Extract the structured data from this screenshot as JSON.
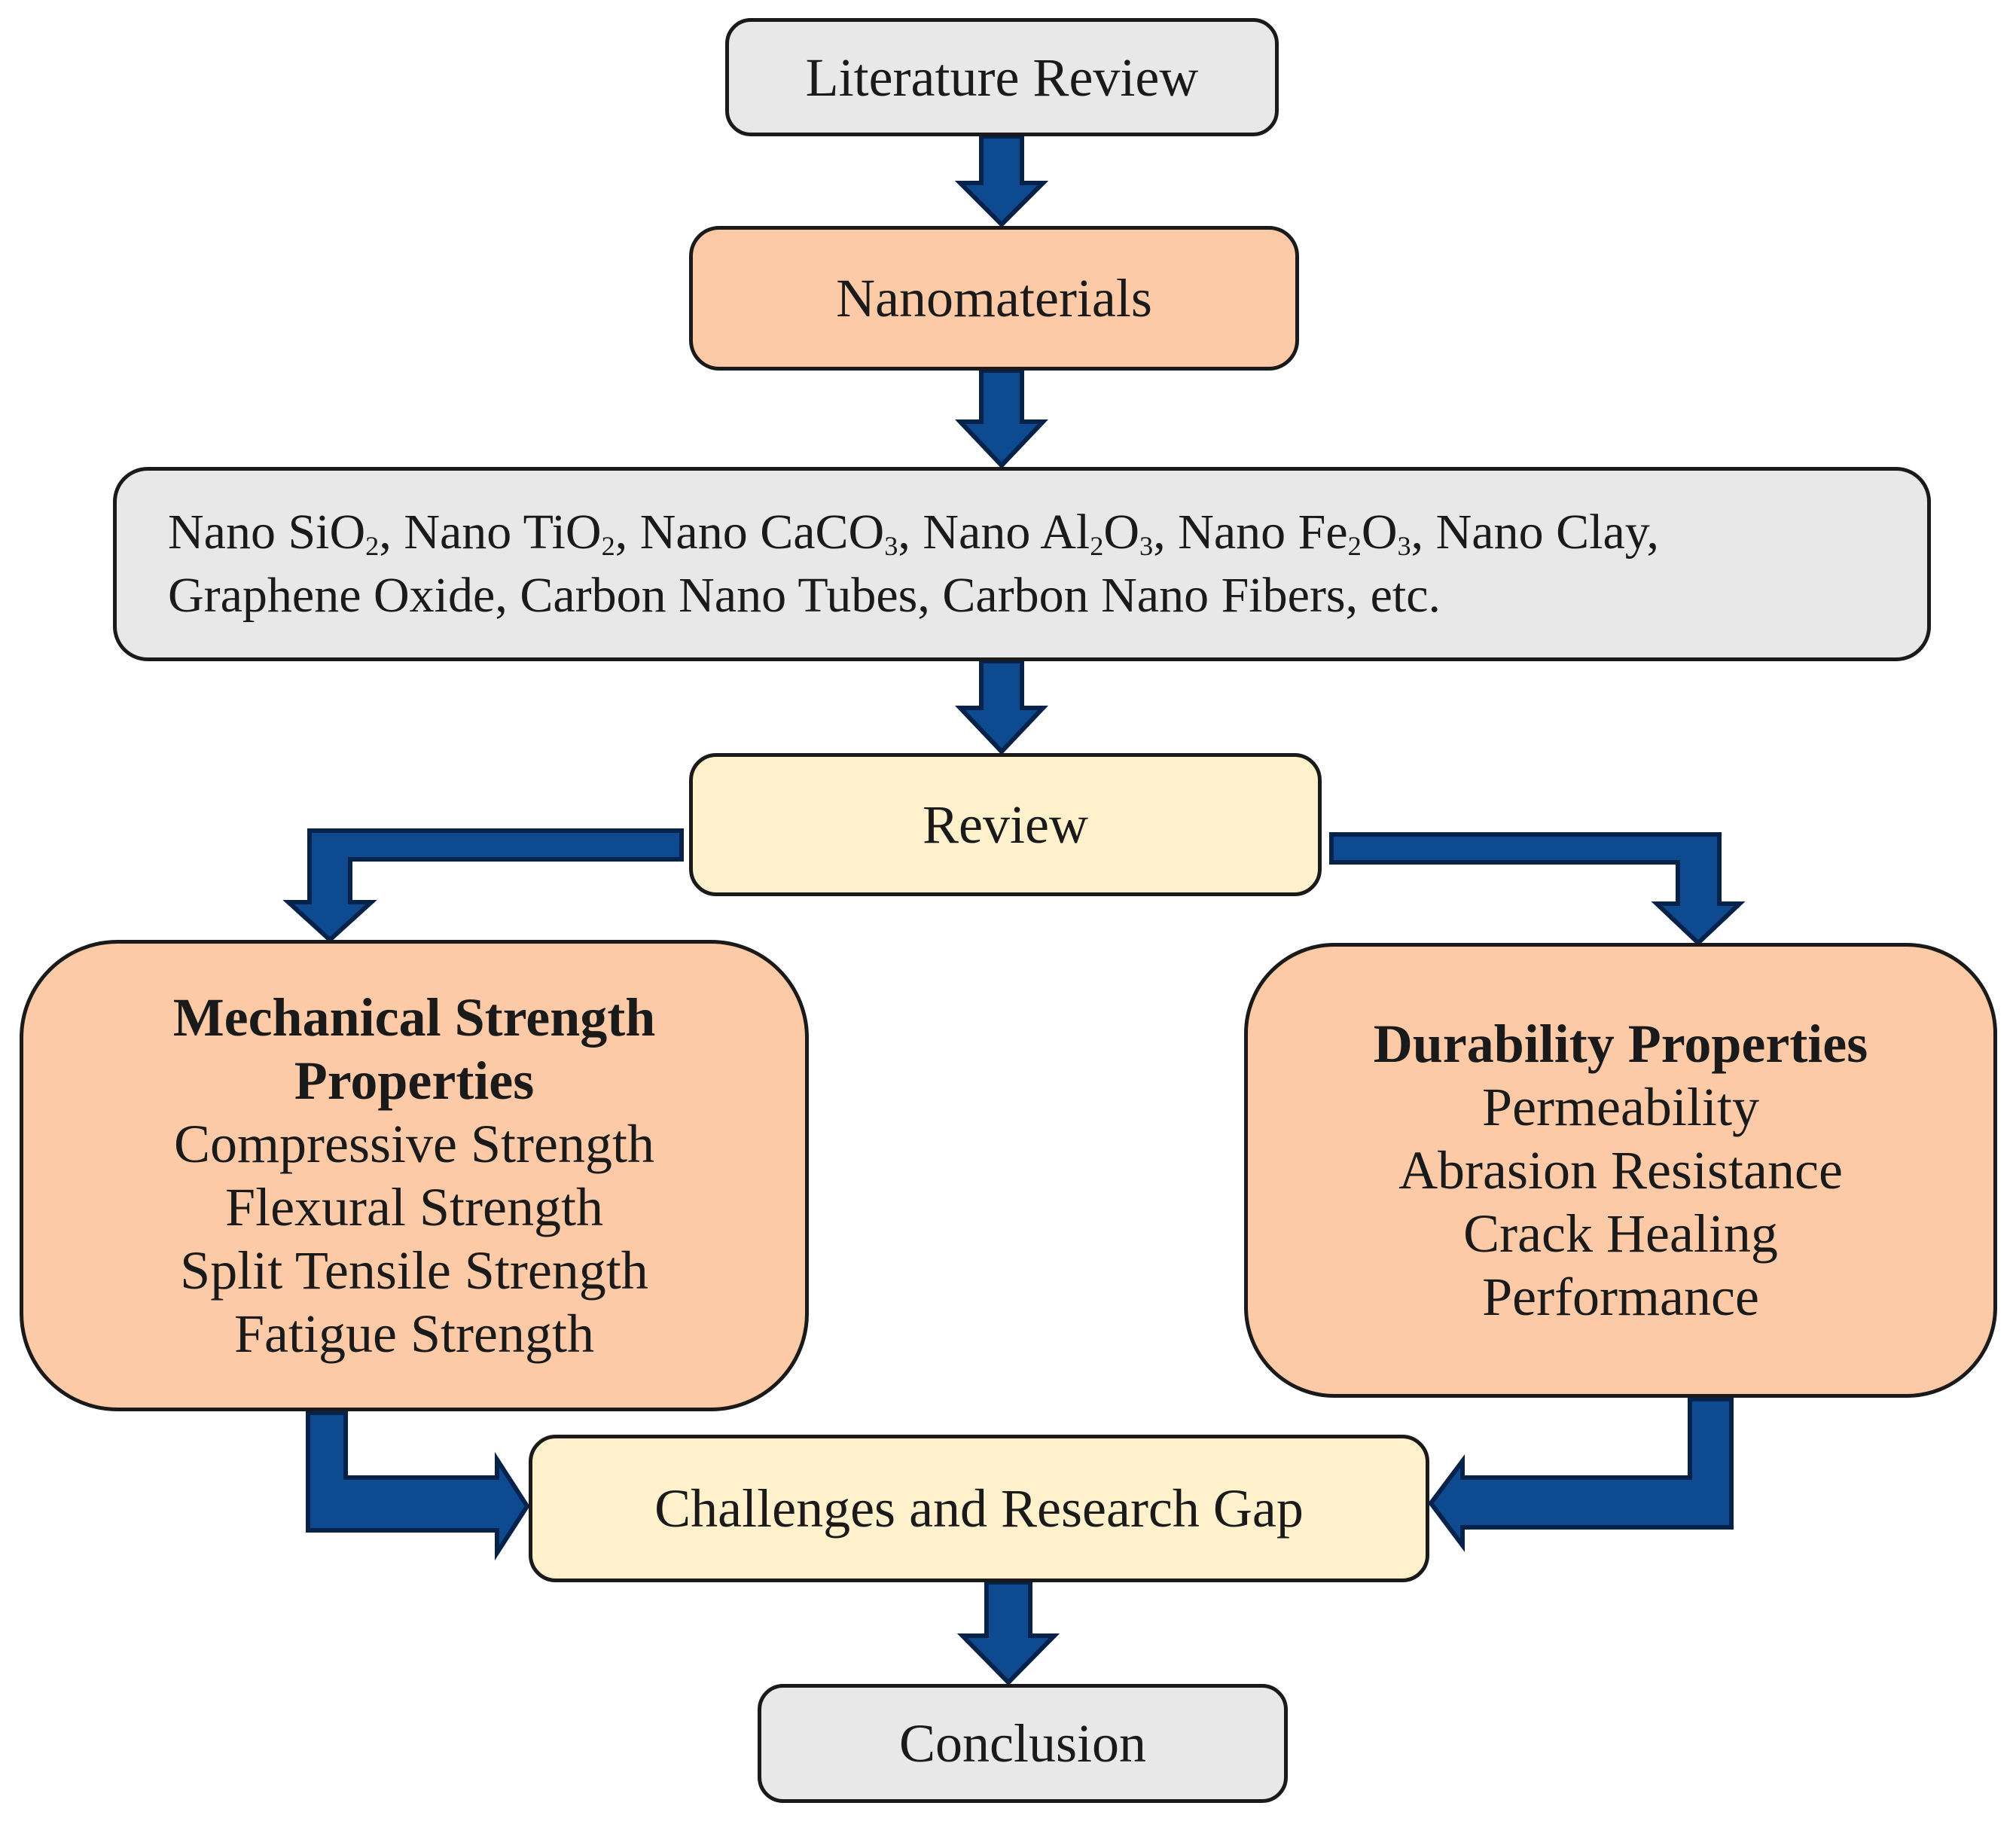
{
  "nodes": {
    "literature_review": "Literature Review",
    "nanomaterials": "Nanomaterials",
    "materials": {
      "line1": {
        "p1": "Nano SiO",
        "s1": "2",
        "p2": ", Nano TiO",
        "s2": "2",
        "p3": ", Nano CaCO",
        "s3": "3",
        "p4": ", Nano Al",
        "s4": "2",
        "p5": "O",
        "s5": "3",
        "p6": ", Nano Fe",
        "s6": "2",
        "p7": "O",
        "s7": "3",
        "p8": ", Nano Clay,"
      },
      "line2": "Graphene Oxide, Carbon Nano Tubes, Carbon Nano Fibers, etc."
    },
    "review": "Review",
    "mechanical": {
      "title_line1": "Mechanical Strength",
      "title_line2": "Properties",
      "items": [
        "Compressive Strength",
        "Flexural Strength",
        "Split Tensile Strength",
        "Fatigue Strength"
      ]
    },
    "durability": {
      "title": "Durability Properties",
      "items": [
        "Permeability",
        "Abrasion Resistance",
        "Crack Healing",
        "Performance"
      ]
    },
    "challenges": "Challenges and Research Gap",
    "conclusion": "Conclusion"
  },
  "colors": {
    "arrow_fill": "#0d4a8f",
    "arrow_stroke": "#05234a",
    "grey_box": "#e8e8e8",
    "salmon_box": "#fccaa7",
    "cream_box": "#fff1cc"
  }
}
